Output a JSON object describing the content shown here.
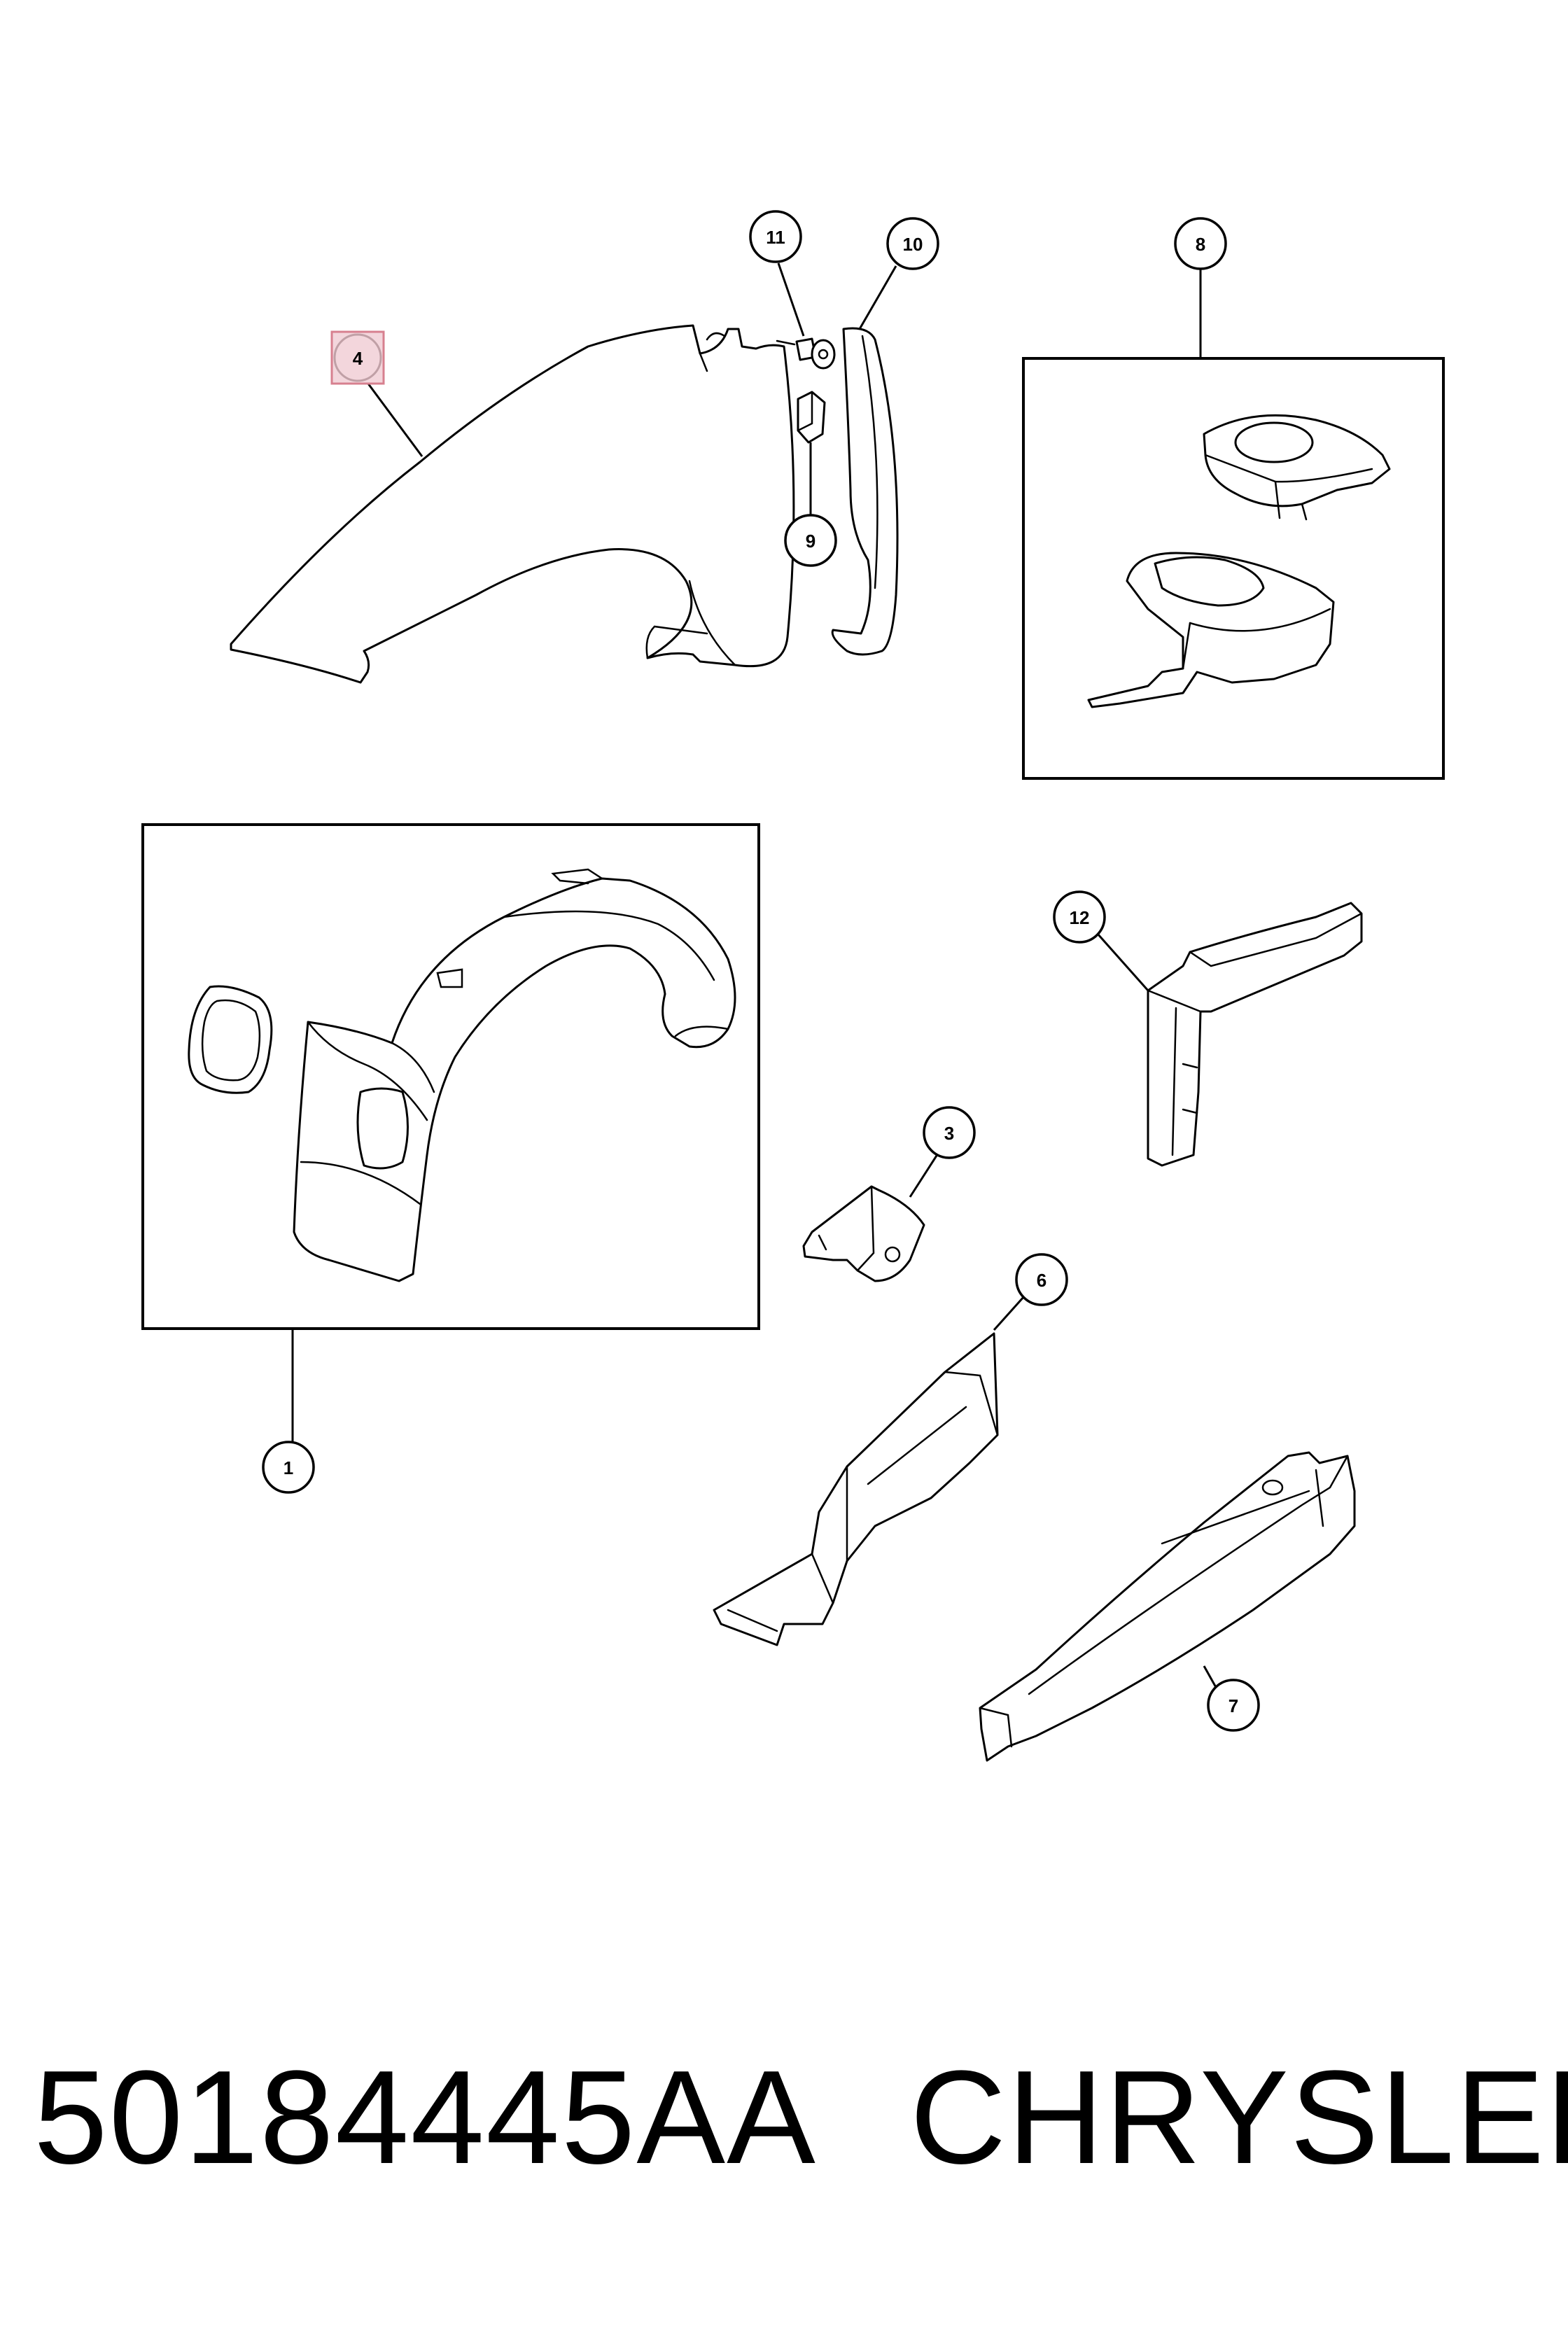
{
  "callouts": [
    {
      "id": "1",
      "label": "1"
    },
    {
      "id": "3",
      "label": "3"
    },
    {
      "id": "4",
      "label": "4",
      "highlighted": true
    },
    {
      "id": "6",
      "label": "6"
    },
    {
      "id": "7",
      "label": "7"
    },
    {
      "id": "8",
      "label": "8"
    },
    {
      "id": "9",
      "label": "9"
    },
    {
      "id": "10",
      "label": "10"
    },
    {
      "id": "11",
      "label": "11"
    },
    {
      "id": "12",
      "label": "12"
    }
  ],
  "caption": {
    "part_number": "50184445AA",
    "brand": "CHRYSLER"
  },
  "colors": {
    "line": "#000000",
    "background": "#ffffff",
    "highlight_fill": "#f3d6dc",
    "highlight_stroke": "#d7808f"
  }
}
